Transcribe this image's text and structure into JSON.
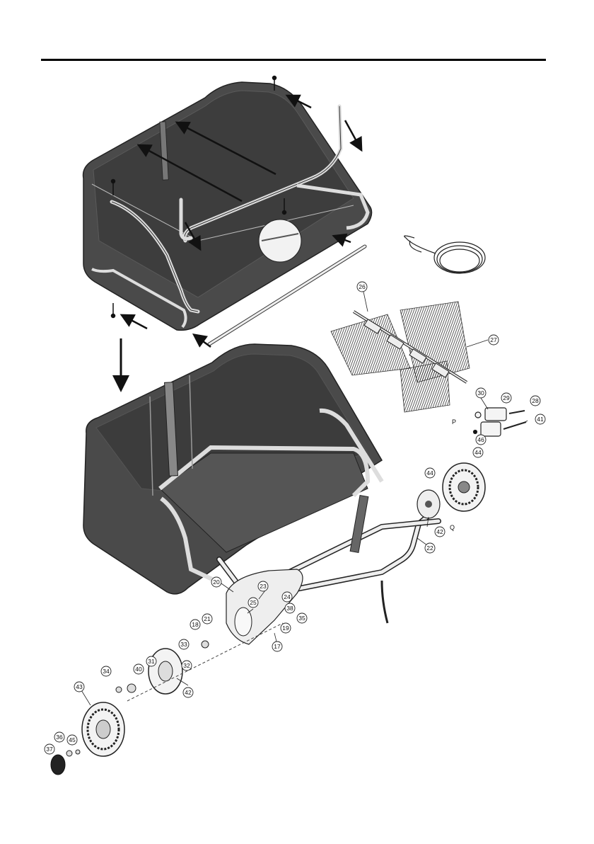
{
  "callouts": [
    {
      "id": "c26",
      "text": "26"
    },
    {
      "id": "c27",
      "text": "27"
    },
    {
      "id": "c30",
      "text": "30"
    },
    {
      "id": "c29",
      "text": "29"
    },
    {
      "id": "c28",
      "text": "28"
    },
    {
      "id": "c46",
      "text": "46"
    },
    {
      "id": "c41",
      "text": "41"
    },
    {
      "id": "c44a",
      "text": "44"
    },
    {
      "id": "c44b",
      "text": "44"
    },
    {
      "id": "c42a",
      "text": "42"
    },
    {
      "id": "c22",
      "text": "22"
    },
    {
      "id": "c20",
      "text": "20"
    },
    {
      "id": "c25",
      "text": "25"
    },
    {
      "id": "c23",
      "text": "23"
    },
    {
      "id": "c24",
      "text": "24"
    },
    {
      "id": "c38",
      "text": "38"
    },
    {
      "id": "c35",
      "text": "35"
    },
    {
      "id": "c19",
      "text": "19"
    },
    {
      "id": "c17",
      "text": "17"
    },
    {
      "id": "c21",
      "text": "21"
    },
    {
      "id": "c18",
      "text": "18"
    },
    {
      "id": "c33",
      "text": "33"
    },
    {
      "id": "c32",
      "text": "32"
    },
    {
      "id": "c31",
      "text": "31"
    },
    {
      "id": "c40",
      "text": "40"
    },
    {
      "id": "c34",
      "text": "34"
    },
    {
      "id": "c42b",
      "text": "42"
    },
    {
      "id": "c43",
      "text": "43"
    },
    {
      "id": "c36",
      "text": "36"
    },
    {
      "id": "c45",
      "text": "45"
    },
    {
      "id": "c37",
      "text": "37"
    }
  ],
  "letters": {
    "p": "P",
    "q": "Q"
  }
}
